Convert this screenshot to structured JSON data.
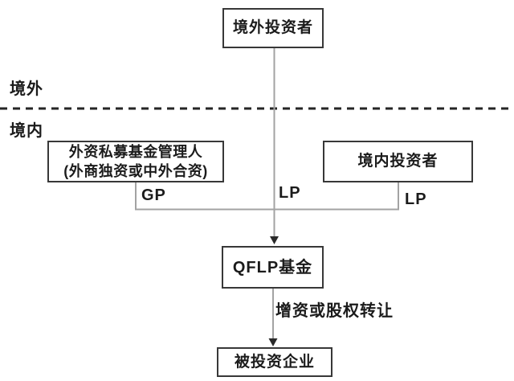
{
  "diagram": {
    "region_labels": {
      "offshore": "境外",
      "onshore": "境内"
    },
    "nodes": {
      "foreign_investor": {
        "label": "境外投资者"
      },
      "fund_manager": {
        "line1": "外资私募基金管理人",
        "line2": "(外商独资或中外合资)"
      },
      "domestic_investor": {
        "label": "境内投资者"
      },
      "qflp_fund": {
        "label": "QFLP基金"
      },
      "investee_company": {
        "label": "被投资企业"
      }
    },
    "edge_labels": {
      "gp": "GP",
      "lp_foreign": "LP",
      "lp_domestic": "LP",
      "investment_method": "增资或股权转让"
    },
    "colors": {
      "box_border": "#383838",
      "connector_line": "#a3a3a3",
      "arrowhead": "#2a2a2a",
      "boundary_dash": "#252525",
      "text": "#1b1b1b",
      "background": "#ffffff"
    }
  }
}
